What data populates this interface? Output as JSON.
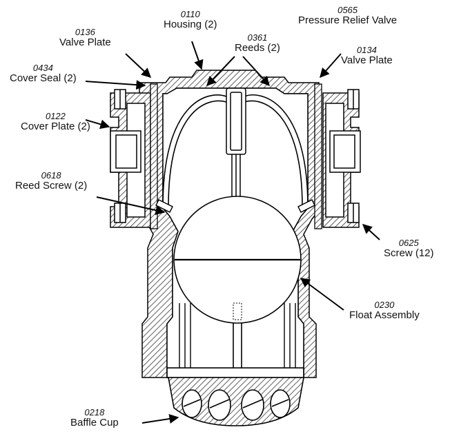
{
  "parts": [
    {
      "id": "housing",
      "number": "0110",
      "name": "Housing (2)"
    },
    {
      "id": "pressure-relief-valve",
      "number": "0565",
      "name": "Pressure Relief Valve"
    },
    {
      "id": "valve-plate-left",
      "number": "0136",
      "name": "Valve Plate"
    },
    {
      "id": "reeds",
      "number": "0361",
      "name": "Reeds (2)"
    },
    {
      "id": "valve-plate-right",
      "number": "0134",
      "name": "Valve Plate"
    },
    {
      "id": "cover-seal",
      "number": "0434",
      "name": "Cover Seal (2)"
    },
    {
      "id": "cover-plate",
      "number": "0122",
      "name": "Cover Plate (2)"
    },
    {
      "id": "reed-screw",
      "number": "0618",
      "name": "Reed Screw (2)"
    },
    {
      "id": "screw",
      "number": "0625",
      "name": "Screw (12)"
    },
    {
      "id": "float-assembly",
      "number": "0230",
      "name": "Float Assembly"
    },
    {
      "id": "baffle-cup",
      "number": "0218",
      "name": "Baffle Cup"
    }
  ]
}
